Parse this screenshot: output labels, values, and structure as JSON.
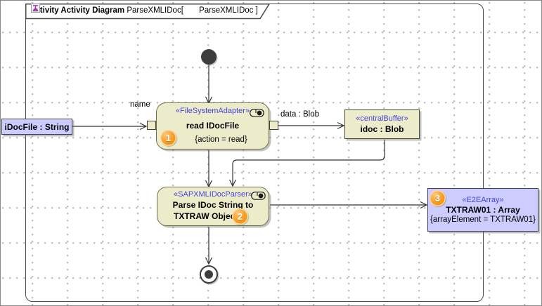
{
  "diagram": {
    "frame_tab": {
      "keyword": "activity Activity Diagram",
      "diagram_name": "ParseXMLIDoc[",
      "context_name": "ParseXMLIDoc ]"
    },
    "edge_labels": {
      "name_label": "name",
      "data_label": "data : Blob"
    },
    "nodes": {
      "idoc_file": {
        "label": "iDocFile : String"
      },
      "read_idocfile": {
        "stereotype": "«FileSystemAdapter»",
        "name": "read IDocFile",
        "tagged_value": "{action = read}",
        "badge": "1"
      },
      "central_buffer": {
        "stereotype": "«centralBuffer»",
        "name": "idoc : Blob"
      },
      "parser": {
        "stereotype": "«SAPXMLIDocParser»",
        "name_line1": "Parse IDoc String to",
        "name_line2": "TXTRAW Objects",
        "badge": "2"
      },
      "txtraw_array": {
        "stereotype": "«E2EArray»",
        "name": "TXTRAW01 : Array",
        "tagged_value": "{arrayElement = TXTRAW01}",
        "badge": "3"
      }
    },
    "colors": {
      "action_fill": "#ECECCB",
      "action_border": "#6F6F49",
      "object_fill": "#CCCCFF",
      "object_border": "#3F3F5A",
      "stereotype_text": "#4646DB",
      "badge_orange": "#F5930B",
      "edge": "#333333"
    }
  }
}
